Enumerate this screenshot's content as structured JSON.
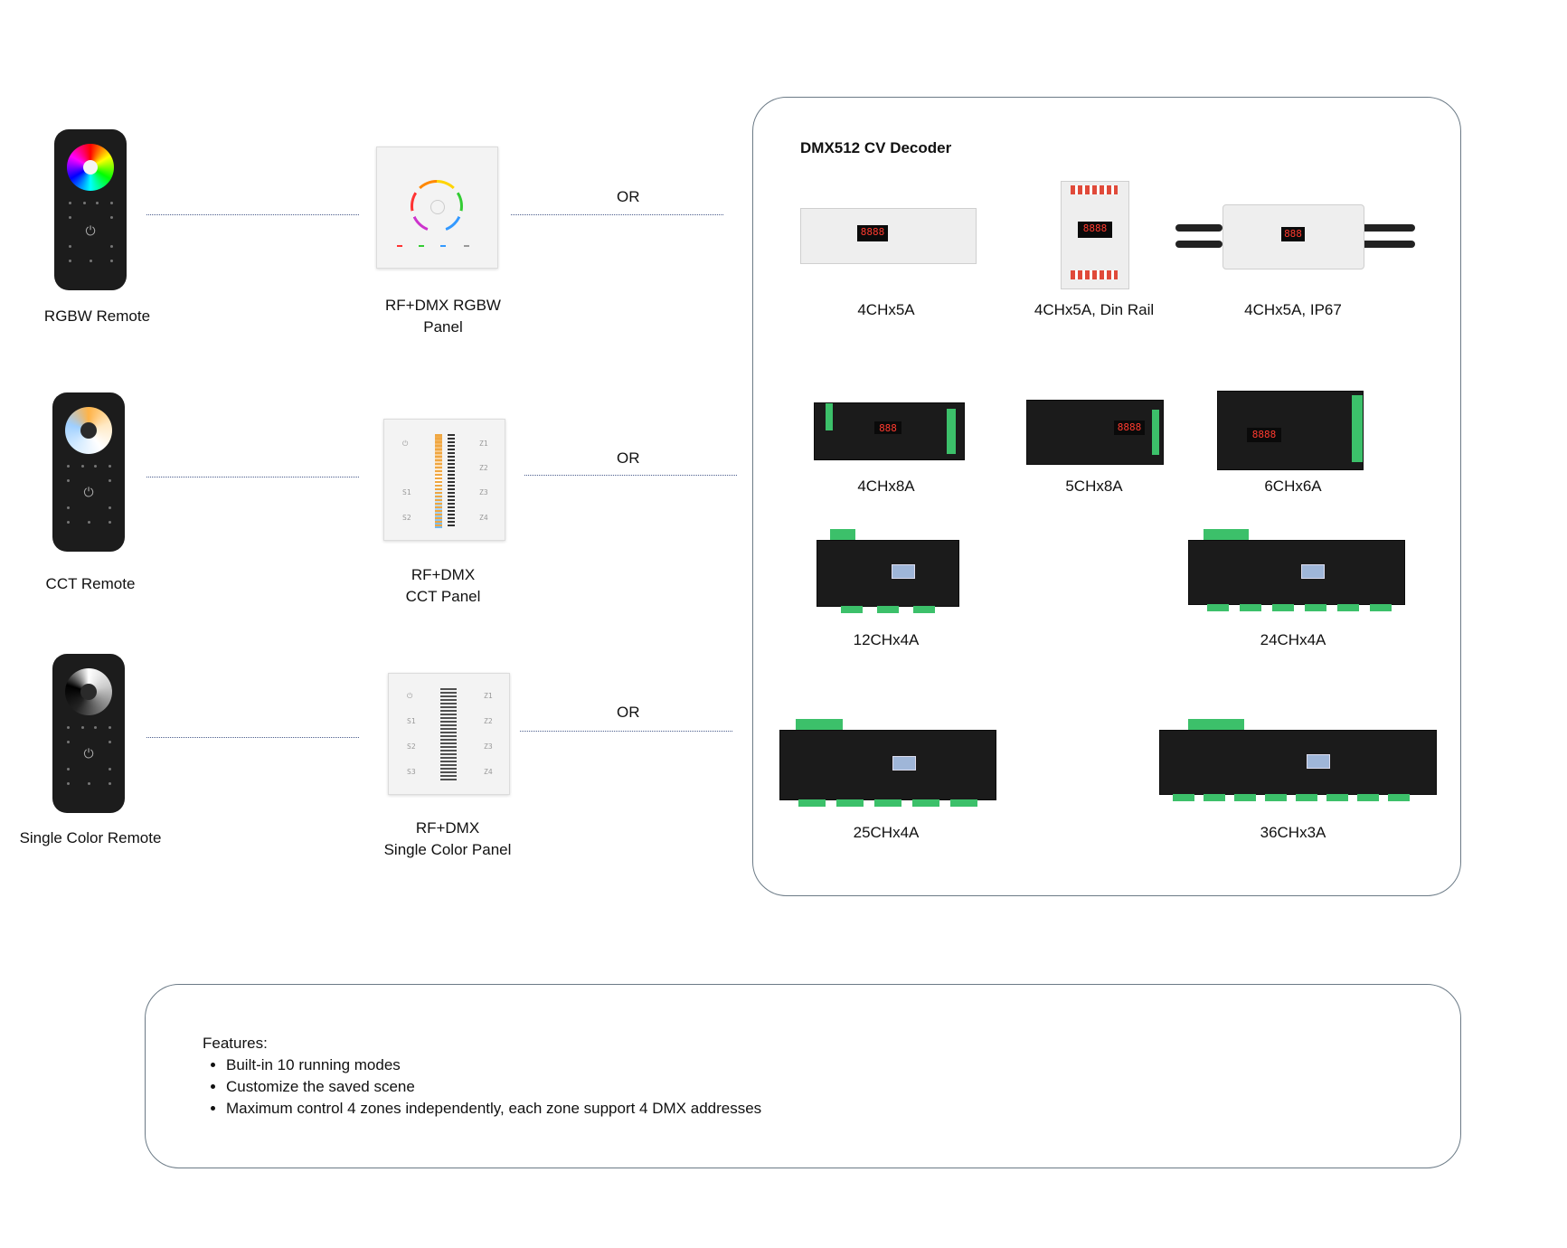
{
  "remotes": [
    {
      "label": "RGBW Remote"
    },
    {
      "label": "CCT Remote"
    },
    {
      "label": "Single Color Remote"
    }
  ],
  "panels": [
    {
      "label_line1": "RF+DMX RGBW",
      "label_line2": "Panel"
    },
    {
      "label_line1": "RF+DMX",
      "label_line2": "CCT Panel"
    },
    {
      "label_line1": "RF+DMX",
      "label_line2": "Single Color Panel"
    }
  ],
  "connector_text": "OR",
  "decoder": {
    "title": "DMX512 CV Decoder",
    "items": [
      {
        "label": "4CHx5A"
      },
      {
        "label": "4CHx5A, Din Rail"
      },
      {
        "label": "4CHx5A, IP67"
      },
      {
        "label": "4CHx8A"
      },
      {
        "label": "5CHx8A"
      },
      {
        "label": "6CHx6A"
      },
      {
        "label": "12CHx4A"
      },
      {
        "label": "24CHx4A"
      },
      {
        "label": "25CHx4A"
      },
      {
        "label": "36CHx3A"
      }
    ]
  },
  "features": {
    "heading": "Features:",
    "items": [
      "Built-in 10 running modes",
      "Customize the saved scene",
      "Maximum control 4 zones independently, each zone support 4 DMX addresses"
    ]
  },
  "colors": {
    "frame_border": "#6b7a86",
    "dotted_line": "#4a5c8c",
    "lcd_red": "#ff3b2f",
    "terminal_green": "#3cc06a"
  }
}
